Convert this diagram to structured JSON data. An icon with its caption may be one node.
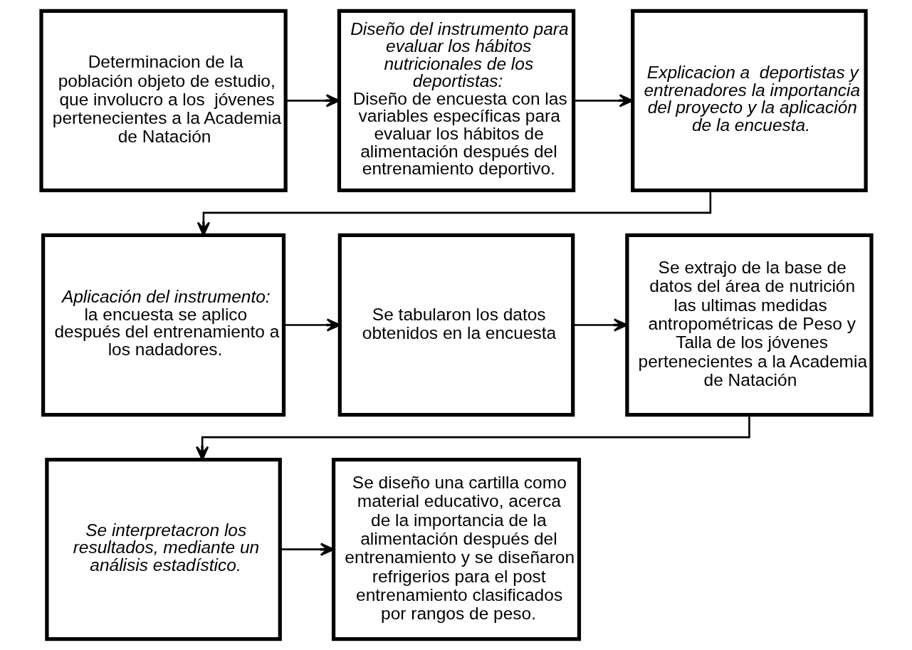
{
  "diagram": {
    "nodes": [
      {
        "text": [
          "Determinacion de la población objeto de estudio, que involucro a los  jóvenes pertenecientes a la Academia de Natación"
        ]
      },
      {
        "text": [
          "*Diseño del instrumento para evaluar los hábitos nutricionales de los deportistas:*",
          "Diseño de encuesta con las variables específicas para evaluar los hábitos de alimentación después del entrenamiento deportivo."
        ]
      },
      {
        "text": [
          "*Explicacion a  deportistas y entrenadores la importancia del proyecto y la aplicación de la encuesta.*"
        ]
      },
      {
        "text": [
          "*Aplicación del instrumento:*",
          "la encuesta se aplico después del entrenamiento a los nadadores."
        ]
      },
      {
        "text": [
          "Se tabularon los datos obtenidos en la encuesta"
        ]
      },
      {
        "text": [
          "Se extrajo de la base de datos del área de nutrición las ultimas medidas antropométricas de Peso y Talla de los jóvenes pertenecientes a la Academia de Natación"
        ]
      },
      {
        "text": [
          "*Se interpretacron los resultados, mediante un análisis estadístico.*"
        ]
      },
      {
        "text": [
          "Se diseño una cartilla como material educativo, acerca de la importancia de la alimentación después del entrenamiento y se diseñaron refrigerios para el post entrenamiento clasificados por rangos de peso."
        ]
      }
    ],
    "edges": [
      {
        "from": 0,
        "to": 1,
        "arrow": "to"
      },
      {
        "from": 1,
        "to": 2,
        "arrow": "to"
      },
      {
        "from": 2,
        "to": 3,
        "arrow": "to"
      },
      {
        "from": 3,
        "to": 4,
        "arrow": "to"
      },
      {
        "from": 4,
        "to": 5,
        "arrow": "to"
      },
      {
        "from": 5,
        "to": 6,
        "arrow": "to"
      },
      {
        "from": 6,
        "to": 7,
        "arrow": "to"
      }
    ]
  }
}
